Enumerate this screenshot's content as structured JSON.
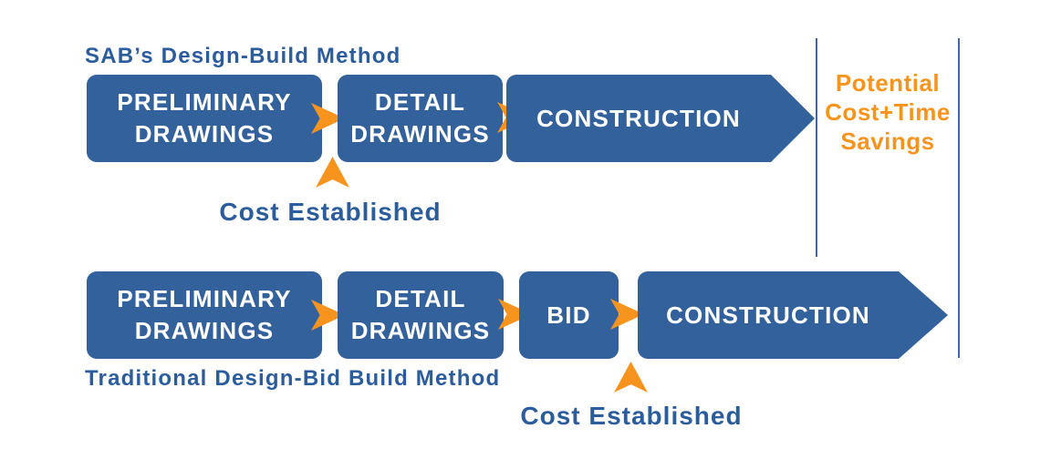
{
  "colors": {
    "box_fill": "#33619C",
    "heading_text": "#2B5C9C",
    "accent_orange": "#F7941E",
    "box_text": "#FFFFFF"
  },
  "top_method": {
    "title": "SAB’s Design-Build Method",
    "steps": [
      "PRELIMINARY DRAWINGS",
      "DETAIL DRAWINGS",
      "CONSTRUCTION"
    ],
    "cost_note": "Cost Established"
  },
  "bottom_method": {
    "title": "Traditional Design-Bid Build Method",
    "steps": [
      "PRELIMINARY DRAWINGS",
      "DETAIL DRAWINGS",
      "BID",
      "CONSTRUCTION"
    ],
    "cost_note": "Cost Established"
  },
  "savings_note": "Potential Cost+Time Savings"
}
